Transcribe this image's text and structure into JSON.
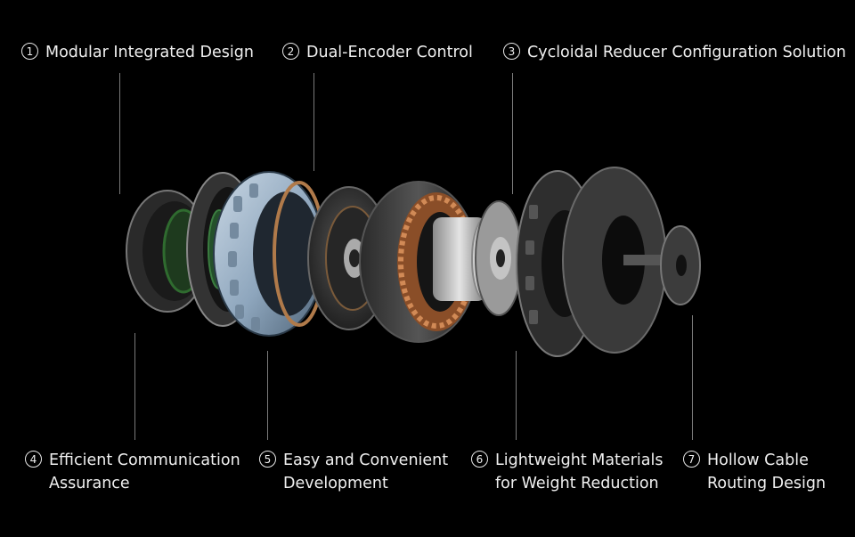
{
  "callouts": [
    {
      "num": "1",
      "lines": [
        "Modular Integrated Design"
      ]
    },
    {
      "num": "2",
      "lines": [
        "Dual-Encoder Control"
      ]
    },
    {
      "num": "3",
      "lines": [
        "Cycloidal Reducer Configuration Solution"
      ]
    },
    {
      "num": "4",
      "lines": [
        "Efficient Communication",
        "Assurance"
      ]
    },
    {
      "num": "5",
      "lines": [
        "Easy and Convenient",
        "Development"
      ]
    },
    {
      "num": "6",
      "lines": [
        "Lightweight Materials",
        "for Weight Reduction"
      ]
    },
    {
      "num": "7",
      "lines": [
        "Hollow Cable",
        "Routing Design"
      ]
    }
  ],
  "colors": {
    "background": "#000000",
    "text": "#f0f0f0",
    "housing_blue": "#9fb4c8",
    "copper": "#b86d3e",
    "metal_dark": "#3a3a3a"
  }
}
